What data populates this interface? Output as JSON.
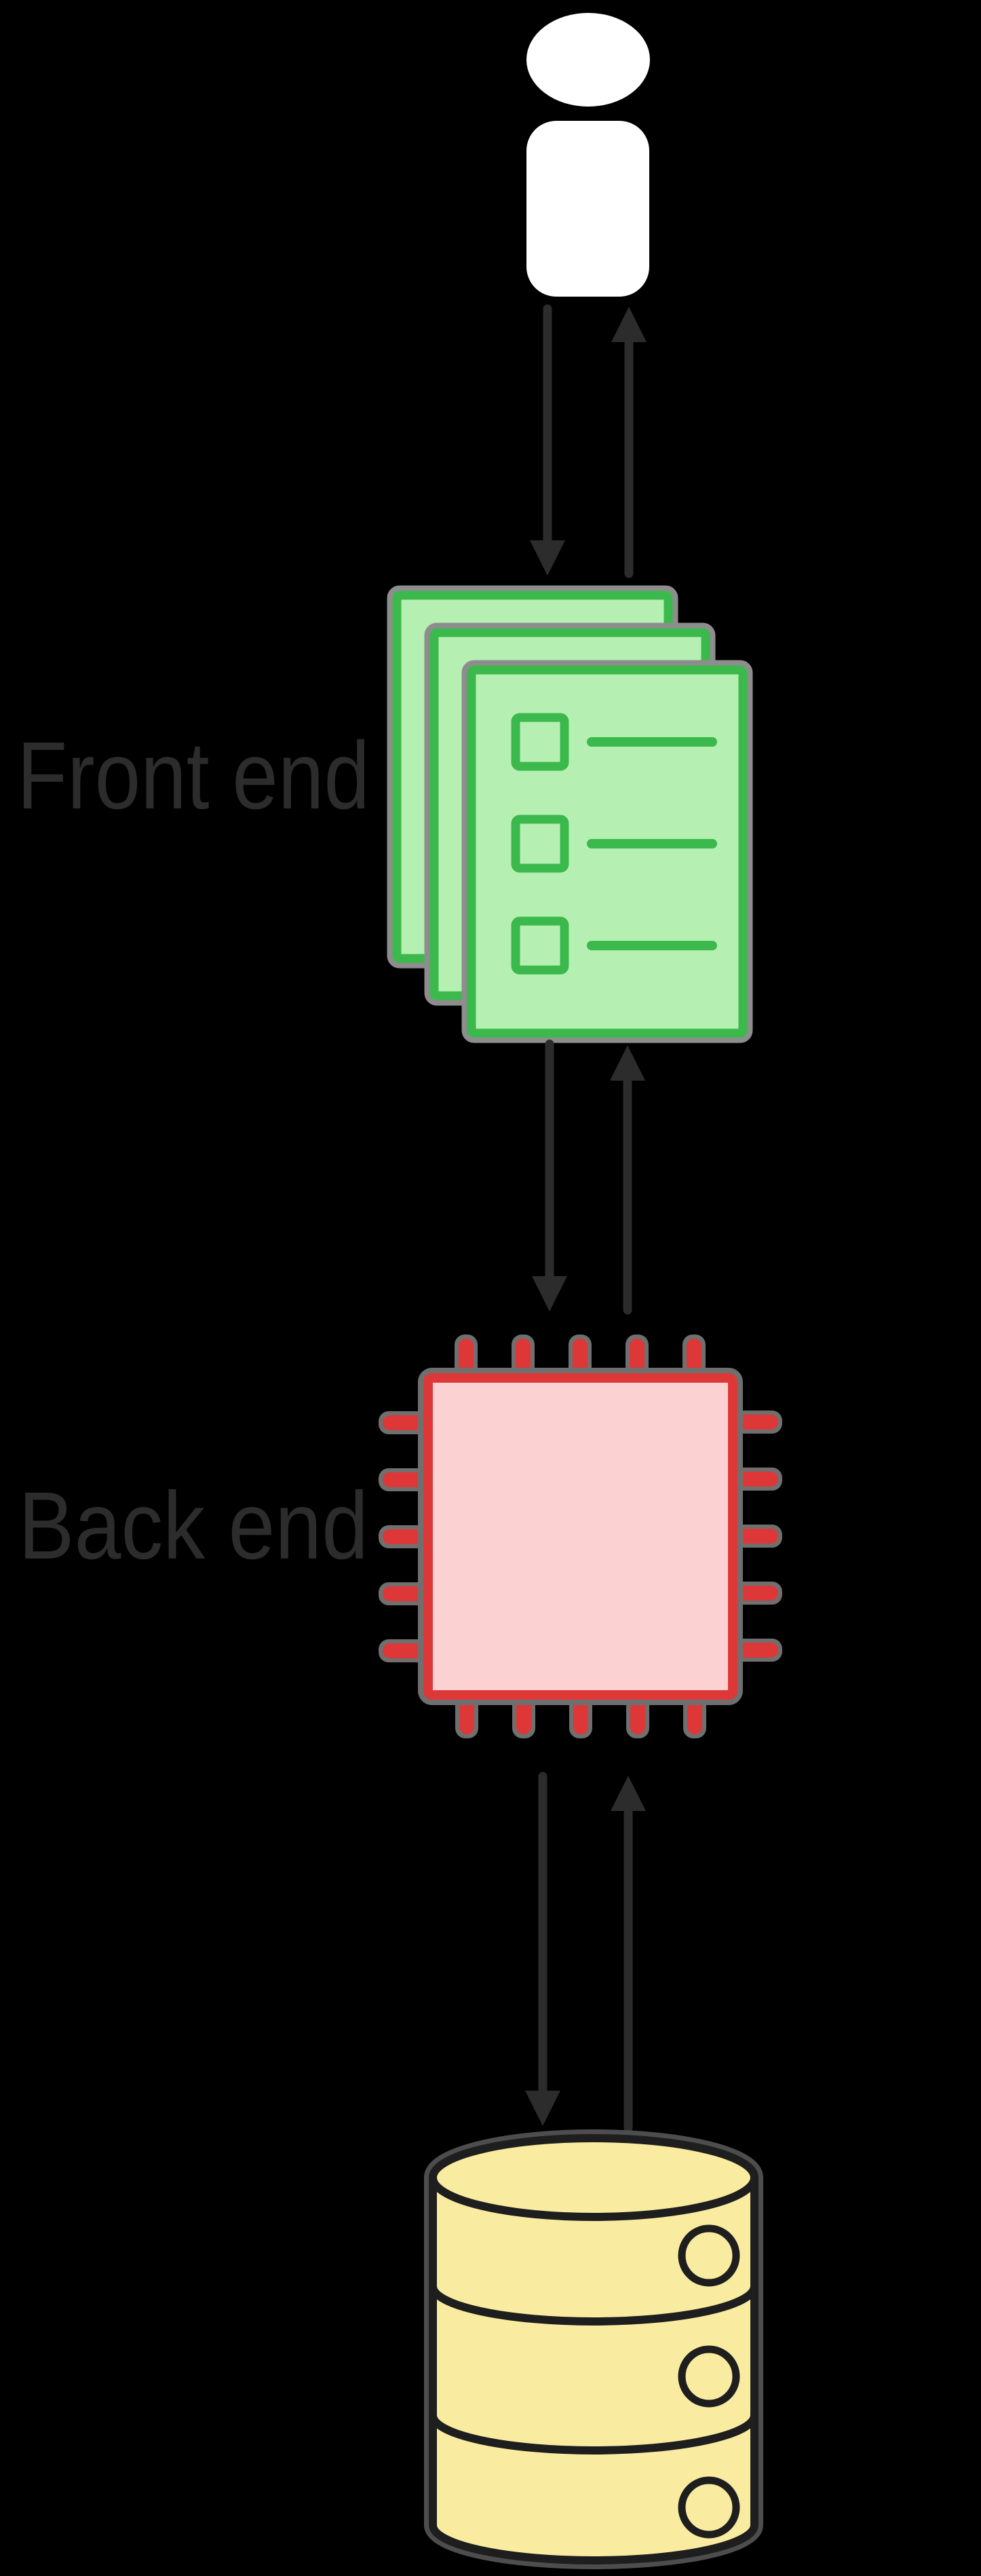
{
  "labels": {
    "front_end": "Front end",
    "back_end": "Back end"
  },
  "nodes": [
    {
      "id": "user",
      "icon": "person-icon",
      "label": "",
      "color": "#ffffff"
    },
    {
      "id": "front-end",
      "icon": "stacked-pages-checklist-icon",
      "label": "Front end",
      "fill": "#b6efb2",
      "stroke": "#3cb94c"
    },
    {
      "id": "back-end",
      "icon": "processor-chip-icon",
      "label": "Back end",
      "fill": "#fcd1d1",
      "stroke": "#de3737"
    },
    {
      "id": "database",
      "icon": "database-cylinder-icon",
      "label": "",
      "fill": "#f9eca0",
      "stroke": "#1e1e1e"
    }
  ],
  "edges": [
    {
      "from": "user",
      "to": "front-end",
      "bidirectional": true
    },
    {
      "from": "front-end",
      "to": "back-end",
      "bidirectional": true
    },
    {
      "from": "back-end",
      "to": "database",
      "bidirectional": true
    }
  ],
  "colors": {
    "background": "#000000",
    "arrow": "#2c2c2c",
    "label_text": "#2c2c2c",
    "user_icon": "#ffffff",
    "page_fill": "#b6efb2",
    "page_border": "#3cb94c",
    "page_outline_shadow": "#8d8d8d",
    "chip_fill": "#fcd1d1",
    "chip_border": "#de3737",
    "chip_outline_shadow": "#6f6f6f",
    "database_fill": "#f9eca0",
    "database_border": "#1e1e1e"
  }
}
